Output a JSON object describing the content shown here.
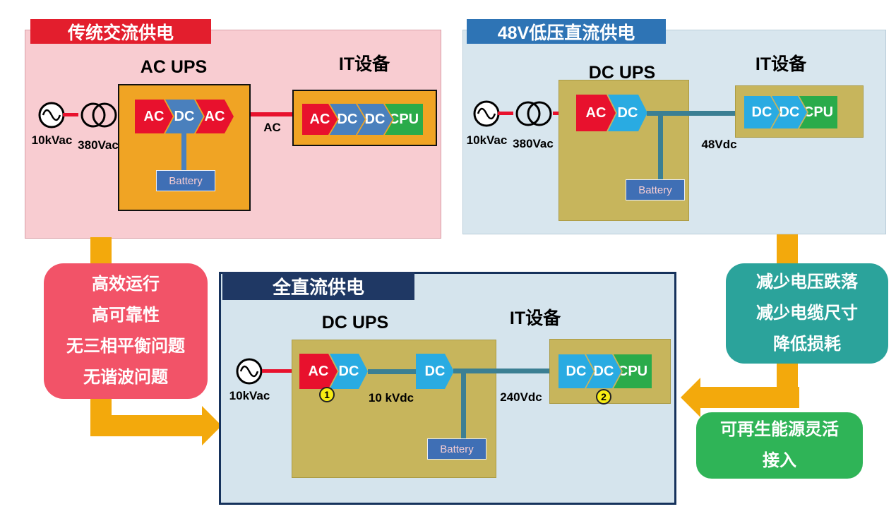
{
  "panel_ac": {
    "badge": "传统交流供电",
    "ups_title": "AC UPS",
    "it_title": "IT设备",
    "source_label": "10kVac",
    "transformer_label": "380Vac",
    "line_label": "AC",
    "ups_blocks": [
      "AC",
      "DC",
      "AC"
    ],
    "battery": "Battery",
    "it_blocks": [
      "AC",
      "DC",
      "DC",
      "CPU"
    ]
  },
  "panel_48v": {
    "badge": "48V低压直流供电",
    "ups_title": "DC UPS",
    "it_title": "IT设备",
    "source_label": "10kVac",
    "transformer_label": "380Vac",
    "line_label": "48Vdc",
    "ups_blocks": [
      "AC",
      "DC"
    ],
    "battery": "Battery",
    "it_blocks": [
      "DC",
      "DC",
      "CPU"
    ]
  },
  "panel_fulldc": {
    "badge": "全直流供电",
    "ups_title": "DC UPS",
    "it_title": "IT设备",
    "source_label": "10kVac",
    "line_label_mid": "10 kVdc",
    "line_label_out": "240Vdc",
    "ups_blocks": [
      "AC",
      "DC"
    ],
    "mid_block": "DC",
    "marker_1": "1",
    "marker_2": "2",
    "battery": "Battery",
    "it_blocks": [
      "DC",
      "DC",
      "CPU"
    ]
  },
  "notes": {
    "left_lines": [
      "高效运行",
      "高可靠性",
      "无三相平衡问题",
      "无谐波问题"
    ],
    "right_top_lines": [
      "减少电压跌落",
      "减少电缆尺寸",
      "降低损耗"
    ],
    "right_bottom_lines": [
      "可再生能源灵活",
      "接入"
    ]
  },
  "colors": {
    "accent_yellow": "#f3a90c",
    "panel_pink": "#f8ccd1",
    "panel_blue": "#d8e6ee",
    "box_orange": "#f0a424",
    "box_tan": "#c7b55c",
    "block_red": "#e8112d",
    "block_blue": "#4a80bd",
    "block_cyan": "#29abe2",
    "block_green": "#2aab4a",
    "line_teal": "#3b7f93",
    "badge_red": "#e31e2d",
    "badge_blue": "#2e74b5",
    "badge_navy": "#1f3864",
    "note_red": "#f25368",
    "note_teal": "#2ba39b",
    "note_green": "#2fb457"
  }
}
